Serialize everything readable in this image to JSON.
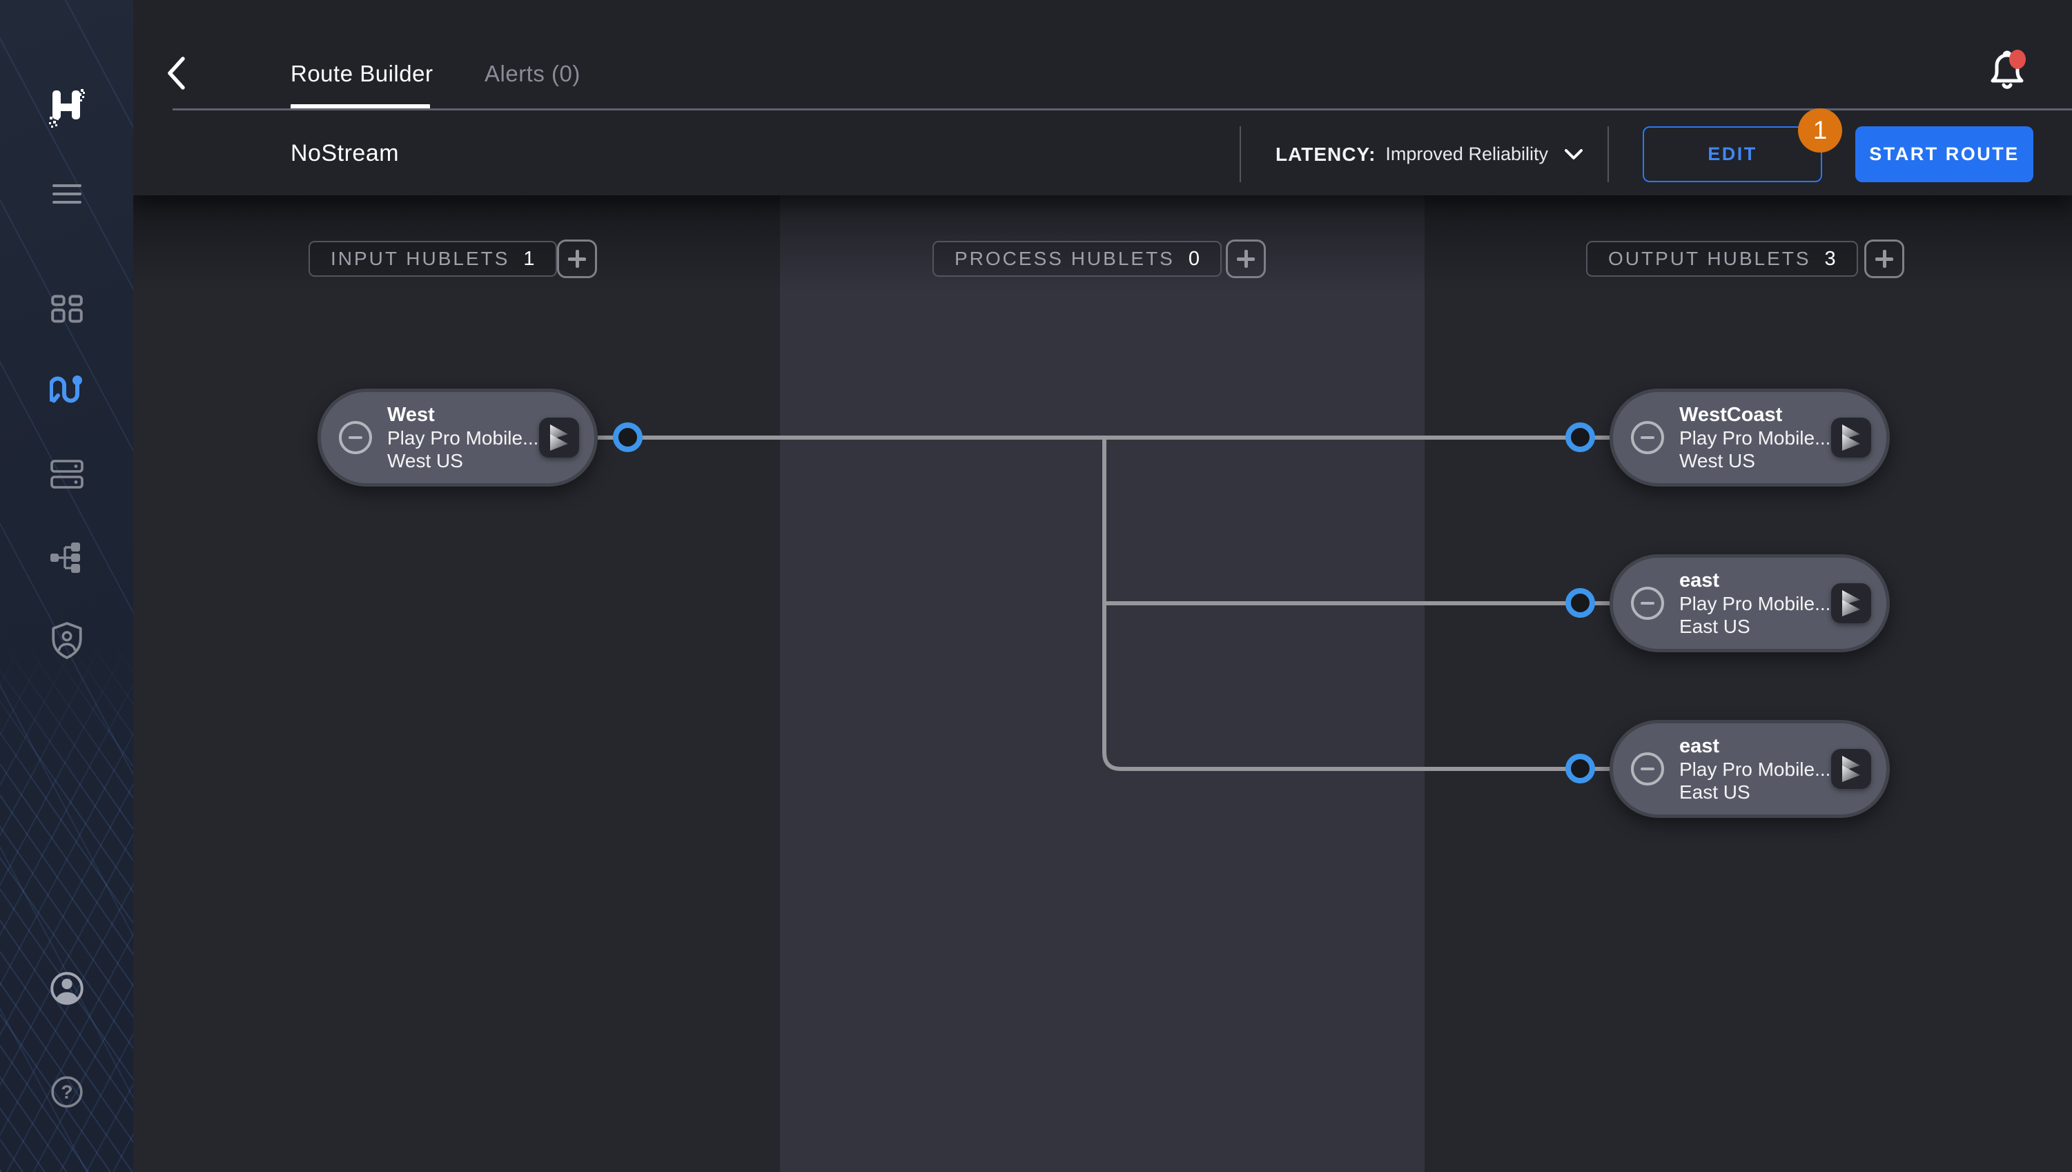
{
  "app": {
    "logo_icon": "hub-h-logo",
    "sidebar": {
      "items": [
        {
          "icon": "dashboard-grid-icon",
          "active": false
        },
        {
          "icon": "route-path-icon",
          "active": true
        },
        {
          "icon": "servers-icon",
          "active": false
        },
        {
          "icon": "topology-icon",
          "active": false
        },
        {
          "icon": "shield-user-icon",
          "active": false
        }
      ],
      "bottom_items": [
        {
          "icon": "user-avatar-icon"
        },
        {
          "icon": "help-icon"
        }
      ]
    }
  },
  "header": {
    "back_icon": "chevron-left",
    "tabs": [
      {
        "label": "Route Builder",
        "active": true
      },
      {
        "label": "Alerts (0)",
        "active": false
      }
    ],
    "title": "NoStream",
    "latency_label": "LATENCY:",
    "latency_value": "Improved Reliability",
    "edit_label": "EDIT",
    "edit_badge": "1",
    "start_label": "START ROUTE",
    "bell_icon": "notification-bell",
    "bell_has_alert": true
  },
  "columns": [
    {
      "label": "INPUT HUBLETS",
      "count": "1"
    },
    {
      "label": "PROCESS HUBLETS",
      "count": "0"
    },
    {
      "label": "OUTPUT HUBLETS",
      "count": "3"
    }
  ],
  "nodes": {
    "inputs": [
      {
        "title": "West",
        "line2": "Play Pro Mobile...",
        "line3": "West US",
        "app_icon": "play-pro-icon"
      }
    ],
    "outputs": [
      {
        "title": "WestCoast",
        "line2": "Play Pro Mobile...",
        "line3": "West US",
        "app_icon": "play-pro-icon"
      },
      {
        "title": "east",
        "line2": "Play Pro Mobile...",
        "line3": "East US",
        "app_icon": "play-pro-icon"
      },
      {
        "title": "east",
        "line2": "Play Pro Mobile...",
        "line3": "East US",
        "app_icon": "play-pro-icon"
      }
    ]
  },
  "colors": {
    "accent_blue": "#2B78F2",
    "port_blue": "#3E96EC",
    "badge_orange": "#DB7310",
    "alert_red": "#E2504C",
    "wire_grey": "#97979C",
    "card_grey": "#575A66",
    "mid_column_bg": "#33343D",
    "side_column_bg": "#26272D",
    "topbar_bg": "#212329",
    "sidebar_bg": "#1D2433"
  }
}
